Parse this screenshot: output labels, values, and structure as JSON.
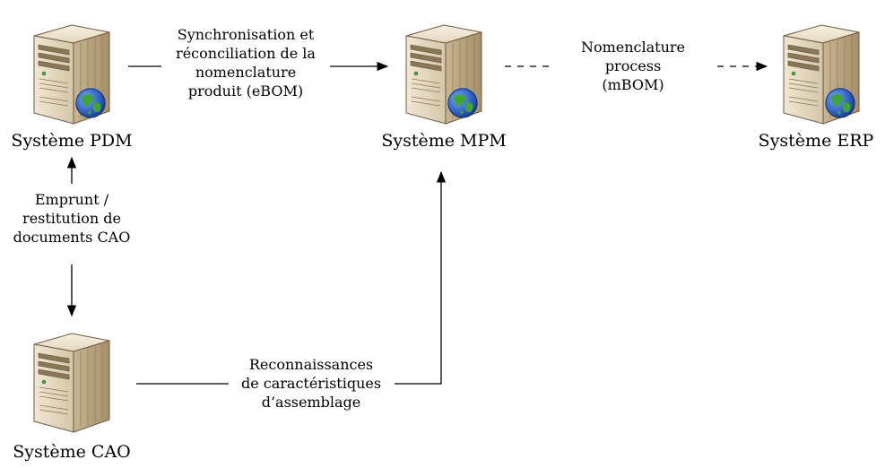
{
  "nodes": {
    "pdm": {
      "label": "Système PDM",
      "icon": "server-globe-icon"
    },
    "mpm": {
      "label": "Système MPM",
      "icon": "server-globe-icon"
    },
    "erp": {
      "label": "Système ERP",
      "icon": "server-globe-icon"
    },
    "cao": {
      "label": "Système CAO",
      "icon": "server-icon"
    }
  },
  "edges": {
    "pdm_mpm": "Synchronisation et\nréconciliation de la\nnomenclature\nproduit (eBOM)",
    "mpm_erp": "Nomenclature\nprocess\n(mBOM)",
    "pdm_cao": "Emprunt /\nrestitution de\ndocuments CAO",
    "cao_mpm": "Reconnaissances\nde caractéristiques\nd’assemblage"
  }
}
